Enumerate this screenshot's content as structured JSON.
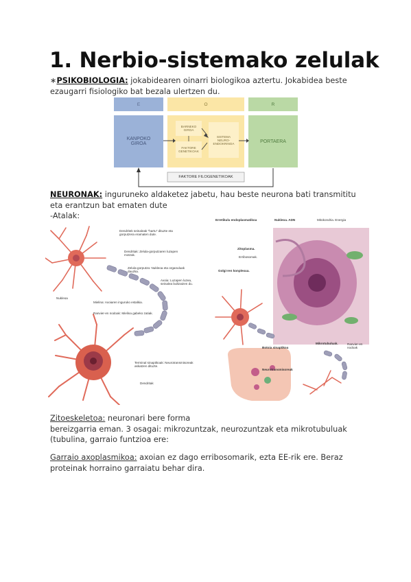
{
  "title": "1. Nerbio-sistemako zelulak",
  "psiko": {
    "bullet": "∗",
    "term": "PSIKOBIOLOGIA:",
    "line1": " jokabidearen oinarri biologikoa aztertu. Jokabidea beste",
    "line2": "ezaugarri fisiologiko bat bezala ulertzen du."
  },
  "diagram": {
    "header": [
      "E",
      "O",
      "R"
    ],
    "input_box": "KANPOKO\nGIROA",
    "inner_top": "BARNEKO\nGIROA",
    "inner_bottom": "FAKTORE\nGENETIKOAK",
    "system_box": "SISTEMA\nNEURO-\nENDOKRINOA",
    "output_box": "PORTAERA",
    "feedback": "FAKTORE FILOGENETIKOAK"
  },
  "neuronak": {
    "term": "NEURONAK:",
    "line1": " inguruneko aldaketez jabetu, hau beste neurona bati transmititu",
    "line2": "eta erantzun bat ematen dute",
    "line3": "-Atalak:"
  },
  "figure_left": {
    "labels": [
      "Dendritek seinaleak \"hartu\" dituzte eta gorputzera eramaten dute.",
      "Dendritak: Zelula-gorputzaren luzapen motzak.",
      "Zelula-gorputza: Nukleoa eta organuluak dauzka.",
      "Axoia: Luzapen luzea, seinalea bultzatzen du.",
      "Mielina: Axoiaren inguruko estalkia.",
      "Ranvier-en nodoak: Mielina gabeko zatiak.",
      "Terminal sinaptikoak: Neurotransmisoreak askatzen dituzte.",
      "Nukleoa",
      "Dendritak"
    ]
  },
  "figure_right": {
    "labels": [
      "Erretikulu endoplasmatikoa",
      "Nukleoa. ADN",
      "Mitokondria. Energia",
      "Zitoplasma.",
      "Erribosomak.",
      "Golgi-ren konplexua.",
      "Mikrotubuluak.",
      "Ranvier-en nodoak",
      "Botoia sinaptikoa",
      "Neurotransmisoreak"
    ]
  },
  "zito": {
    "term": "Zitoeskeletoa:",
    "line1": " neuronari bere forma",
    "line2": "bereizgarria eman. 3 osagai: mikrozuntzak, neurozuntzak eta mikrotubuluak",
    "line3": "(tubulina, garraio funtzioa ere:"
  },
  "garraio": {
    "term": "Garraio axoplasmikoa:",
    "line1": " axoian ez dago erribosomarik, ezta  EE-rik ere. Beraz",
    "line2": "proteinak horraino garraiatu behar dira."
  },
  "colors": {
    "blue_box": "#9bb2d8",
    "yellow_box": "#fbe6a6",
    "green_box": "#bad9a5",
    "neuron_red": "#e06a5a",
    "axon_gray": "#9f9fb8"
  }
}
